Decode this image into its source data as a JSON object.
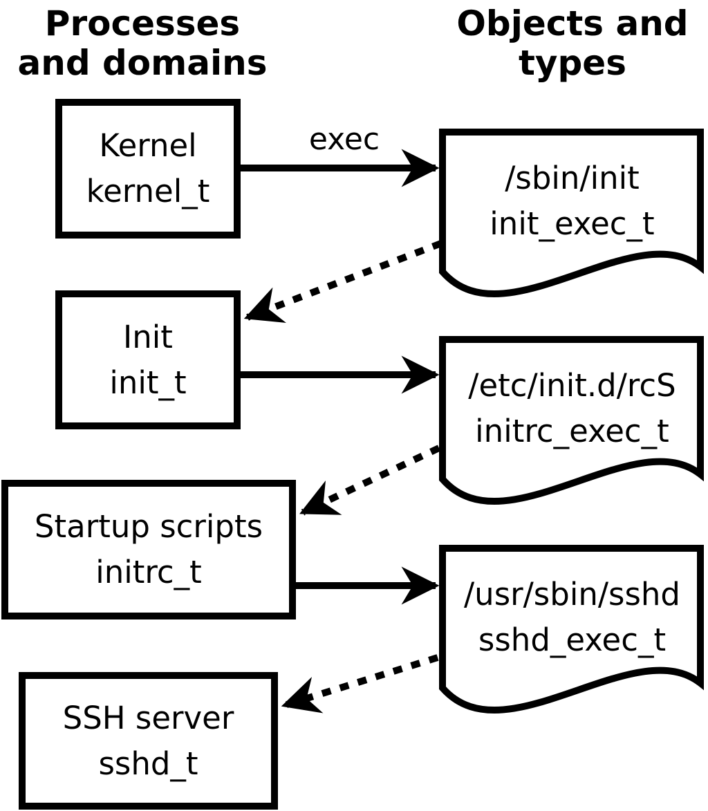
{
  "headers": {
    "left": {
      "line1": "Processes",
      "line2": "and domains"
    },
    "right": {
      "line1": "Objects and",
      "line2": "types"
    }
  },
  "processes": [
    {
      "name": "Kernel",
      "domain": "kernel_t"
    },
    {
      "name": "Init",
      "domain": "init_t"
    },
    {
      "name": "Startup scripts",
      "domain": "initrc_t"
    },
    {
      "name": "SSH server",
      "domain": "sshd_t"
    }
  ],
  "objects": [
    {
      "path": "/sbin/init",
      "type": "init_exec_t"
    },
    {
      "path": "/etc/init.d/rcS",
      "type": "initrc_exec_t"
    },
    {
      "path": "/usr/sbin/sshd",
      "type": "sshd_exec_t"
    }
  ],
  "arrows": {
    "exec_label": "exec"
  },
  "colors": {
    "foreground": "#000000",
    "background": "#ffffff"
  }
}
